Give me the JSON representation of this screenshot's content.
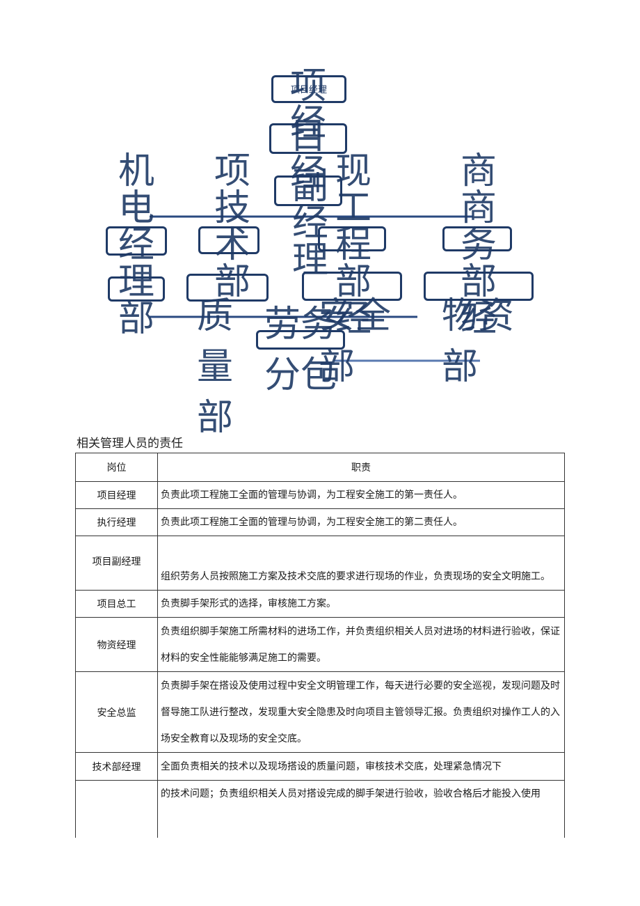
{
  "org_chart": {
    "top_small": "项目经理",
    "top_stack": "项经",
    "exec_stack": "目经",
    "vice_stack": "副经理",
    "dept_jidian": "机电经理部",
    "dept_jishu": "项技术部",
    "dept_gongcheng": "现工程部经",
    "dept_shangwu": "商商务部经",
    "dept_zhiliang": "质量部",
    "dept_anquan": "安全部",
    "dept_wuzi": "物资部",
    "dept_laowu": "劳务分包"
  },
  "section_title": "相关管理人员的责任",
  "table": {
    "headers": [
      "岗位",
      "职责"
    ],
    "rows": [
      {
        "position": "项目经理",
        "duty": "负责此项工程施工全面的管理与协调，为工程安全施工的第一责任人。"
      },
      {
        "position": "执行经理",
        "duty": "负责此项工程施工全面的管理与协调，为工程安全施工的第二责任人。"
      },
      {
        "position": "项目副经理",
        "duty": "组织劳务人员按照施工方案及技术交底的要求进行现场的作业，负责现场的安全文明施工。"
      },
      {
        "position": "项目总工",
        "duty": "负责脚手架形式的选择，审核施工方案。"
      },
      {
        "position": "物资经理",
        "duty": "负责组织脚手架施工所需材料的进场工作，并负责组织相关人员对进场的材料进行验收，保证材料的安全性能能够满足施工的需要。"
      },
      {
        "position": "安全总监",
        "duty": "负责脚手架在搭设及使用过程中安全文明管理工作，每天进行必要的安全巡视，发现问题及时督导施工队进行整改，发现重大安全隐患及时向项目主管领导汇报。负责组织对操作工人的入场安全教育以及现场的安全交底。"
      },
      {
        "position": "技术部经理",
        "duty": "全面负责相关的技术以及现场搭设的质量问题，审核技术交底，处理紧急情况下"
      },
      {
        "position": "",
        "duty": "的技术问题；负责组织相关人员对搭设完成的脚手架进行验收，验收合格后才能投入使用"
      }
    ]
  }
}
